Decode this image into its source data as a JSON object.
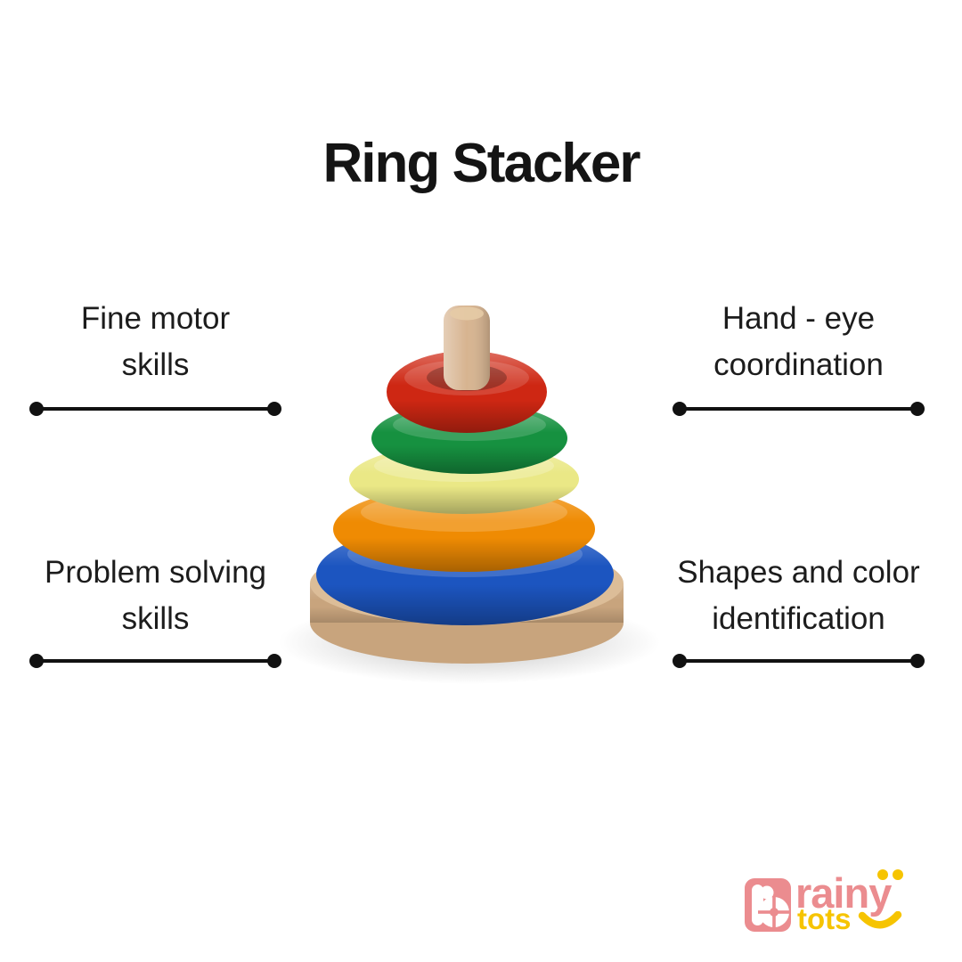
{
  "title": "Ring Stacker",
  "features": [
    {
      "id": "fine-motor-skills",
      "position": "top-left",
      "line1": "Fine motor",
      "line2": "skills"
    },
    {
      "id": "hand-eye-coordination",
      "position": "top-right",
      "line1": "Hand - eye",
      "line2": "coordination"
    },
    {
      "id": "problem-solving-skills",
      "position": "bottom-left",
      "line1": "Problem solving",
      "line2": "skills"
    },
    {
      "id": "shapes-color-identification",
      "position": "bottom-right",
      "line1": "Shapes and color",
      "line2": "identification"
    }
  ],
  "toy": {
    "description": "Wooden ring stacker toy: five colored rings stacked on a wooden peg and round wooden base",
    "colors": {
      "red": "#ce2713",
      "green": "#169140",
      "yellow": "#eae886",
      "orange": "#ef8b03",
      "blue": "#1c55c0",
      "wood_top": "#dcbd98",
      "wood_side": "#c8a47d",
      "peg": "#d7b490",
      "peg_top": "#e6cba6",
      "shadow": "#e3e3e3"
    }
  },
  "logo": {
    "brand_first": "rainy",
    "brand_second": "tots",
    "pink": "#eb8c8f",
    "yellow": "#f6c400",
    "white": "#ffffff"
  },
  "palette": {
    "background": "#ffffff",
    "text": "#161616",
    "line": "#111111"
  }
}
